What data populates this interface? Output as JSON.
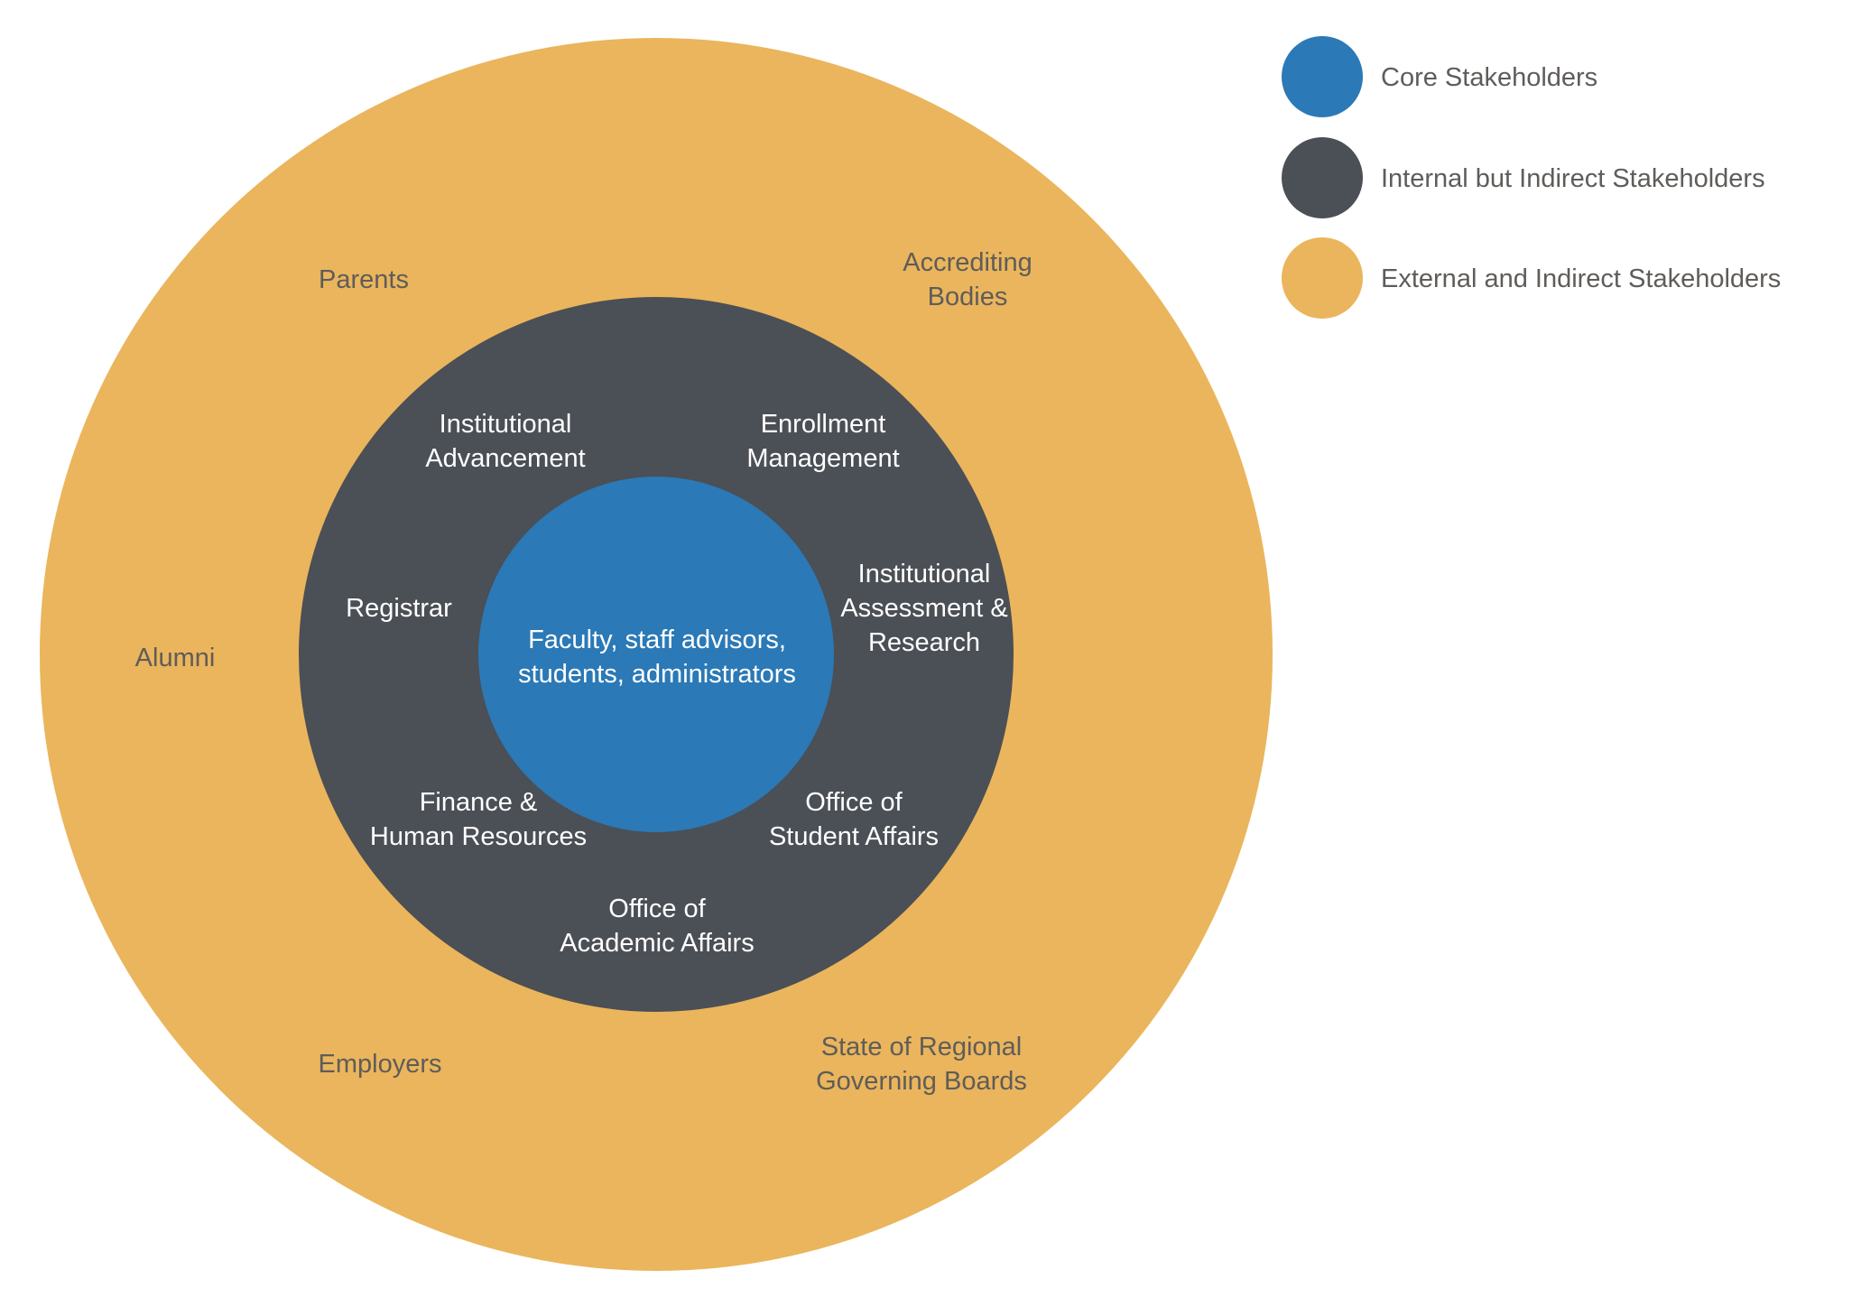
{
  "title": "Stakeholder Onion Diagram",
  "colors": {
    "core": "#2b79b6",
    "internal": "#4b4f56",
    "external": "#eab55c",
    "outer_text": "#5f5c5a",
    "inner_text": "#ffffff"
  },
  "legend": [
    {
      "key": "core",
      "label": "Core Stakeholders"
    },
    {
      "key": "internal",
      "label": "Internal but Indirect Stakeholders"
    },
    {
      "key": "external",
      "label": "External and Indirect Stakeholders"
    }
  ],
  "rings": {
    "core": {
      "name": "Core Stakeholders",
      "labels": [
        {
          "lines": [
            "Faculty, staff advisors,",
            "students, administrators"
          ]
        }
      ]
    },
    "internal": {
      "name": "Internal but Indirect Stakeholders",
      "labels": [
        {
          "lines": [
            "Institutional",
            "Advancement"
          ]
        },
        {
          "lines": [
            "Enrollment",
            "Management"
          ]
        },
        {
          "lines": [
            "Registrar"
          ]
        },
        {
          "lines": [
            "Institutional",
            "Assessment &",
            "Research"
          ]
        },
        {
          "lines": [
            "Finance &",
            "Human Resources"
          ]
        },
        {
          "lines": [
            "Office of",
            "Student Affairs"
          ]
        },
        {
          "lines": [
            "Office of",
            "Academic Affairs"
          ]
        }
      ]
    },
    "external": {
      "name": "External and Indirect Stakeholders",
      "labels": [
        {
          "lines": [
            "Parents"
          ]
        },
        {
          "lines": [
            "Accrediting",
            "Bodies"
          ]
        },
        {
          "lines": [
            "Alumni"
          ]
        },
        {
          "lines": [
            "Employers"
          ]
        },
        {
          "lines": [
            "State of Regional",
            "Governing Boards"
          ]
        }
      ]
    }
  }
}
